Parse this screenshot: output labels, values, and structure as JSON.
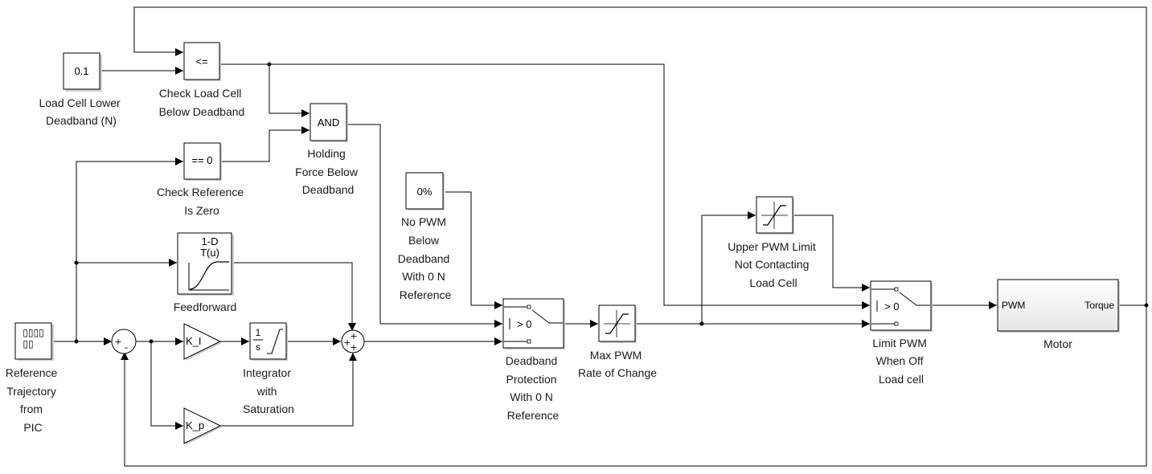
{
  "blocks": {
    "const_deadband": {
      "value": "0.1",
      "label": [
        "Load Cell Lower",
        "Deadband (N)"
      ]
    },
    "compare_le": {
      "op": "<=",
      "label": [
        "Check Load Cell",
        "Below Deadband"
      ]
    },
    "and_gate": {
      "op": "AND",
      "label": [
        "Holding",
        "Force Below",
        "Deadband"
      ]
    },
    "compare_zero": {
      "op": "== 0",
      "label": [
        "Check Reference",
        "Is Zero"
      ]
    },
    "feedforward": {
      "top": "1-D",
      "sub": "T(u)",
      "label": [
        "Feedforward"
      ]
    },
    "reference": {
      "glyph_top": "▯▯▯▯",
      "glyph_bottom": "▯▯",
      "label": [
        "Reference",
        "Trajectory",
        "from",
        "PIC"
      ]
    },
    "sum_error": {
      "plus": "+",
      "minus": "–"
    },
    "gain_i": {
      "text": "K_I"
    },
    "integrator": {
      "num": "1",
      "den": "s",
      "label": [
        "Integrator",
        "with",
        "Saturation"
      ]
    },
    "gain_p": {
      "text": "K_p"
    },
    "sum_total": {
      "plus": "+"
    },
    "const_zero_pwm": {
      "value": "0%",
      "label": [
        "No PWM",
        "Below",
        "Deadband",
        "With 0 N",
        "Reference"
      ]
    },
    "switch_deadband": {
      "criteria": "> 0",
      "label": [
        "Deadband",
        "Protection",
        "With 0 N",
        "Reference"
      ]
    },
    "rate_limit": {
      "label": [
        "Max PWM",
        "Rate of Change"
      ]
    },
    "saturation_upper": {
      "label": [
        "Upper PWM Limit",
        "Not Contacting",
        "Load Cell"
      ]
    },
    "switch_limit": {
      "criteria": "> 0",
      "label": [
        "Limit PWM",
        "When Off",
        "Load cell"
      ]
    },
    "motor": {
      "in_port": "PWM",
      "out_port": "Torque",
      "label": [
        "Motor"
      ]
    }
  }
}
